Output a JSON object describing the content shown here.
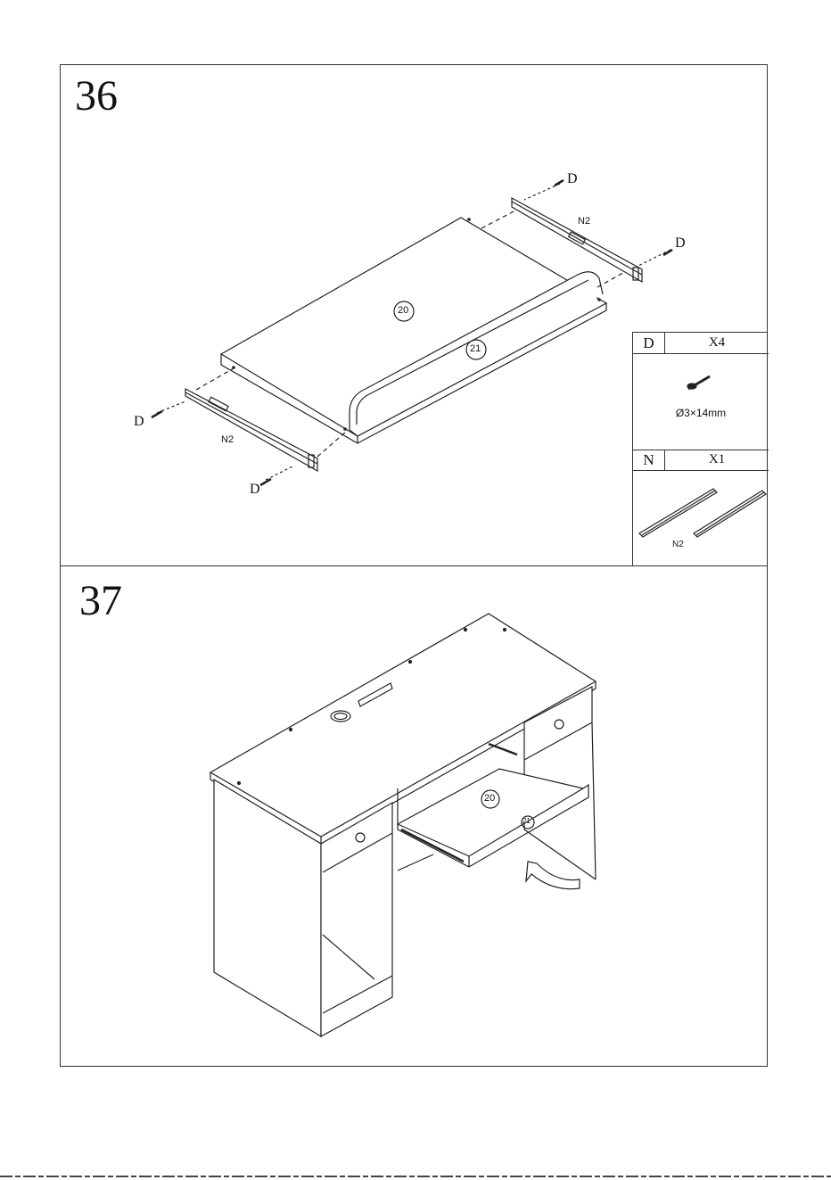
{
  "steps": [
    {
      "number": "36",
      "panel_labels": [
        "20",
        "21"
      ],
      "rail_label": "N2",
      "screw_label": "D"
    },
    {
      "number": "37",
      "panel_labels": [
        "20",
        "21"
      ]
    }
  ],
  "parts": [
    {
      "code": "D",
      "qty": "X4",
      "spec": "Ø3×14mm"
    },
    {
      "code": "N",
      "qty": "X1",
      "label": "N2"
    }
  ]
}
